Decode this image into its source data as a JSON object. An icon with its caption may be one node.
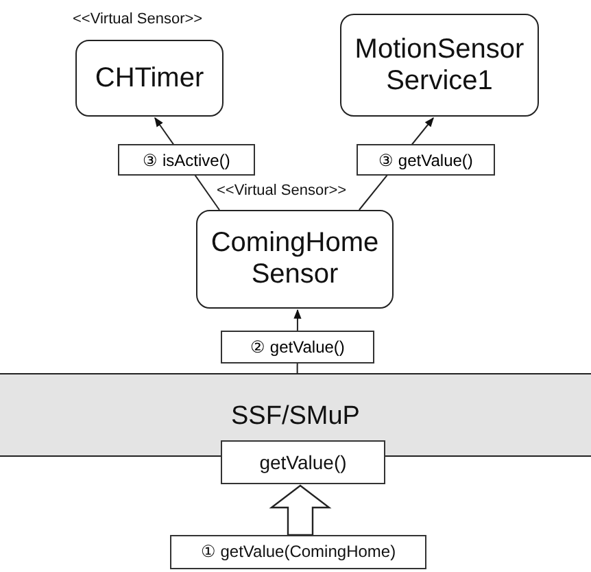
{
  "diagram": {
    "nodes": [
      {
        "text": [
          "CHTimer"
        ],
        "beside": [
          "<<Virtual Sensor>>"
        ]
      },
      {
        "text": [
          "MotionSensor Service1"
        ]
      },
      {
        "text": [
          "ComingHome Sensor"
        ],
        "beside": [
          "<<Virtual Sensor>>"
        ]
      },
      {
        "text": [
          "SSF/SMuP"
        ]
      },
      {
        "text": [
          "getValue()"
        ]
      },
      {
        "text": [
          "① getValue(ComingHome)"
        ]
      }
    ],
    "edges": [
      {
        "from": 2,
        "to": 0,
        "arrow": "to",
        "label": "③ isActive()"
      },
      {
        "from": 2,
        "to": 1,
        "arrow": "to",
        "label": "③ getValue()"
      },
      {
        "from": 3,
        "to": 2,
        "arrow": "to",
        "label": "② getValue()"
      },
      {
        "from": 5,
        "to": 4,
        "arrow": "to",
        "style": "thick"
      }
    ]
  }
}
